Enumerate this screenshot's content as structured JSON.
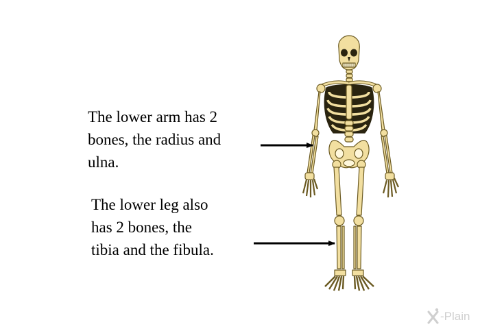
{
  "labels": {
    "lower_arm": {
      "lines": [
        "The lower arm has 2",
        "bones, the radius and",
        "ulna."
      ]
    },
    "lower_leg": {
      "lines": [
        "The lower leg also",
        "has 2 bones, the",
        "tibia and the fibula."
      ]
    }
  },
  "watermark": {
    "text": "-Plain"
  },
  "colors": {
    "bone_fill": "#f2dfa0",
    "bone_outline": "#6b5a22",
    "arrow": "#000000",
    "watermark": "#cfcfcf"
  },
  "icons": [
    "skeleton-illustration",
    "arrow-right-icon",
    "xplain-logo-icon"
  ]
}
